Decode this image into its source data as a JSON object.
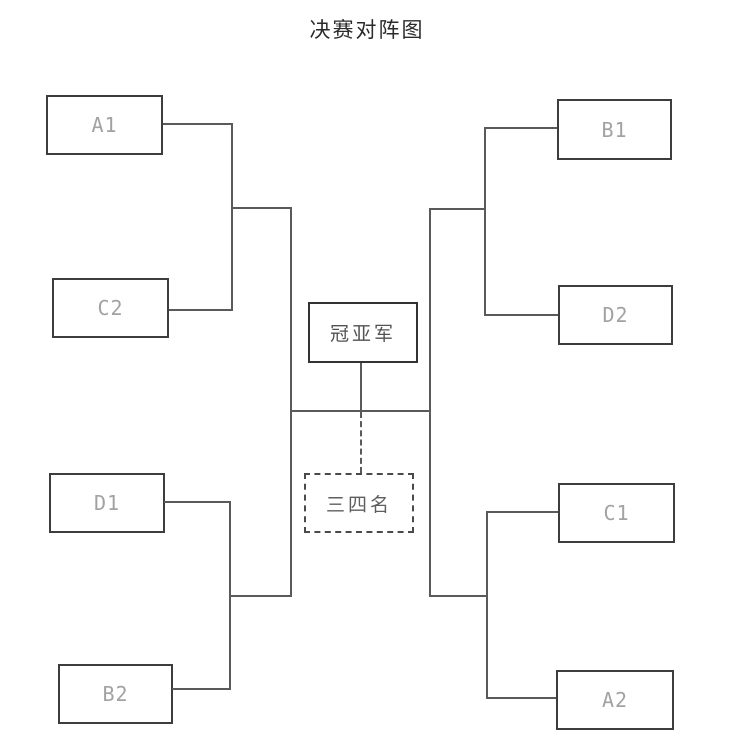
{
  "title": "决赛对阵图",
  "bracket": {
    "semifinal_left": {
      "match_top": {
        "team1": "A1",
        "team2": "C2"
      },
      "match_bottom": {
        "team1": "D1",
        "team2": "B2"
      }
    },
    "semifinal_right": {
      "match_top": {
        "team1": "B1",
        "team2": "D2"
      },
      "match_bottom": {
        "team1": "C1",
        "team2": "A2"
      }
    },
    "final_label": "冠亚军",
    "third_place_label": "三四名"
  },
  "colors": {
    "line": "#5a5a5a",
    "box_border": "#3d3d3d",
    "team_text": "#a2a2a2",
    "title_text": "#2b2b2b",
    "final_box_border": "#333333",
    "final_text": "#525252",
    "third_place_border_dashed": "#4a4a4a",
    "third_place_text": "#5e5e5e",
    "background": "#ffffff"
  }
}
